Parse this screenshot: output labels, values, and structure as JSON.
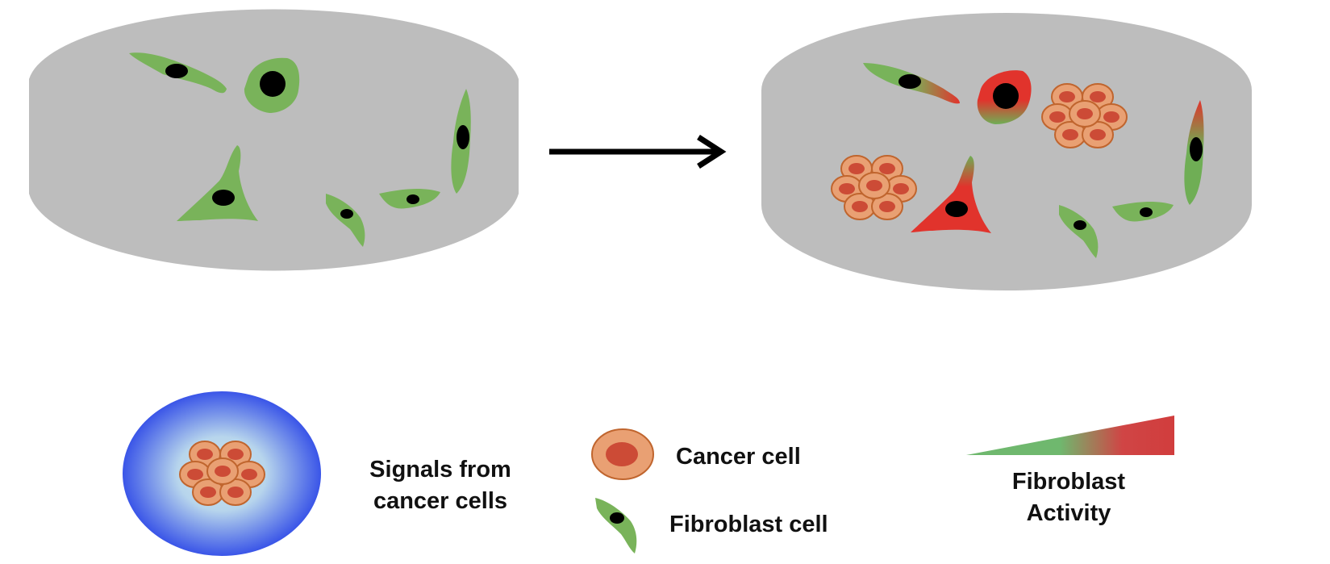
{
  "legend": {
    "signals_line1": "Signals from",
    "signals_line2": "cancer cells",
    "cancer_cell": "Cancer cell",
    "fibroblast_cell": "Fibroblast cell",
    "activity_line1": "Fibroblast",
    "activity_line2": "Activity"
  },
  "colors": {
    "dish": "#bdbdbd",
    "fibroblast_green": "#79b35a",
    "fibroblast_active_red": "#e2322b",
    "nucleus": "#000000",
    "cancer_cytoplasm": "#e9a073",
    "cancer_nucleus": "#cc4b36",
    "cancer_outline": "#c0652e",
    "signal_outer": "#3c56e8",
    "signal_inner": "#c9e2ee",
    "arrow": "#000000"
  }
}
